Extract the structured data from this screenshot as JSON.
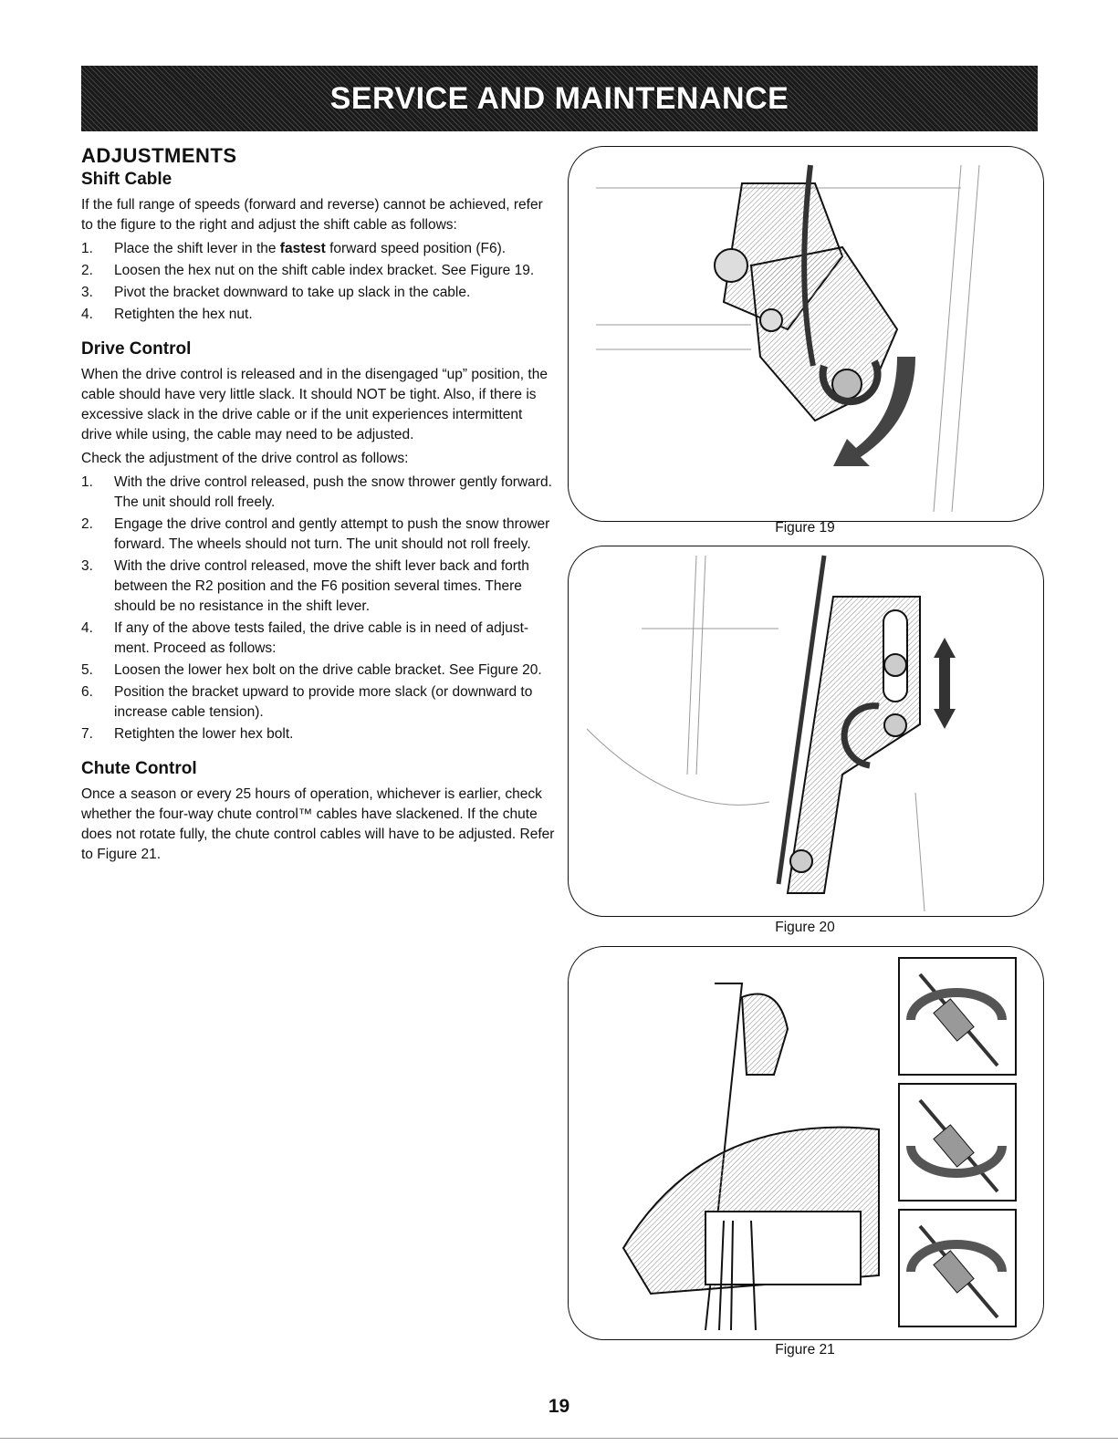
{
  "header": {
    "title": "SERVICE AND MAINTENANCE"
  },
  "adjustments": {
    "heading": "ADJUSTMENTS",
    "shift_cable": {
      "heading": "Shift Cable",
      "intro": "If the full range of speeds (forward and reverse) cannot be achieved, refer to the figure to the right and adjust the shift cable as follows:",
      "steps": [
        {
          "num": "1.",
          "pre": "Place the shift lever in the ",
          "bold": "fastest",
          "post": " forward speed position (F6)."
        },
        {
          "num": "2.",
          "text": "Loosen the hex nut on the shift cable index bracket. See Figure 19."
        },
        {
          "num": "3.",
          "text": "Pivot the bracket downward to take up slack in the cable."
        },
        {
          "num": "4.",
          "text": "Retighten the hex nut."
        }
      ]
    },
    "drive_control": {
      "heading": "Drive Control",
      "intro": "When the drive control is released and in the disengaged “up” position, the cable should have very little slack. It should NOT be tight. Also, if there is excessive slack in the drive cable or if the unit experiences intermittent drive while using, the cable may need to be adjusted.",
      "check": "Check the adjustment of the drive control as follows:",
      "steps": [
        {
          "num": "1.",
          "text": "With the drive control released, push the snow thrower gently forward. The unit should roll freely."
        },
        {
          "num": "2.",
          "text": "Engage the drive control and gently attempt to push the snow thrower forward. The wheels should not turn. The unit should not roll freely."
        },
        {
          "num": "3.",
          "text": "With the drive control released, move the shift lever back and forth between the R2 position and the F6 position several times. There should be no resistance in the shift lever."
        },
        {
          "num": "4.",
          "text": "If any of the above tests failed, the drive cable is in need of adjust-ment. Proceed as follows:"
        },
        {
          "num": "5.",
          "text": "Loosen the lower hex bolt on the drive cable bracket. See Figure 20."
        },
        {
          "num": "6.",
          "text": "Position the bracket upward to provide more slack (or downward to increase cable tension)."
        },
        {
          "num": "7.",
          "text": "Retighten the lower hex bolt."
        }
      ]
    },
    "chute_control": {
      "heading": "Chute Control",
      "text": "Once a season or every 25 hours of operation, whichever is earlier, check whether the four-way chute control™ cables have slackened. If the chute does not rotate fully, the chute control cables will have to be adjusted. Refer to Figure 21."
    }
  },
  "figures": [
    {
      "caption": "Figure 19"
    },
    {
      "caption": "Figure 20"
    },
    {
      "caption": "Figure 21"
    }
  ],
  "page_number": "19",
  "colors": {
    "banner": "#1a1a1a",
    "text": "#111111"
  }
}
